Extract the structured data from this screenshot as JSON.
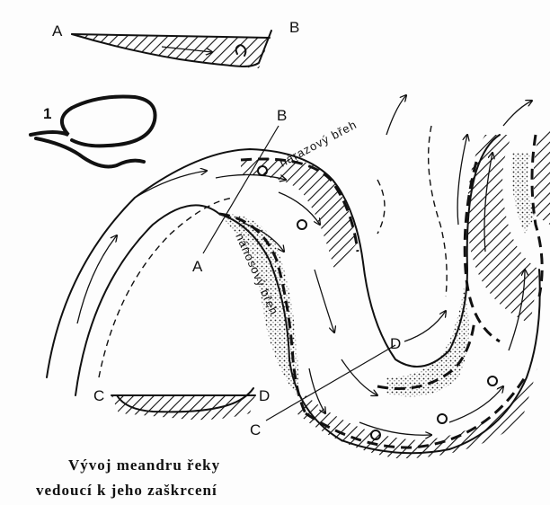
{
  "labels": {
    "top_a": "A",
    "top_b": "B",
    "section_1": "1",
    "main_b": "B",
    "main_a": "A",
    "main_c": "C",
    "main_d": "D",
    "small_c": "C",
    "small_d": "D"
  },
  "banks": {
    "impact": "nárazový břeh",
    "deposit": "nánosový břeh"
  },
  "caption": {
    "line1": "Vývoj meandru řeky",
    "line2": "vedoucí k jeho zaškrcení"
  }
}
